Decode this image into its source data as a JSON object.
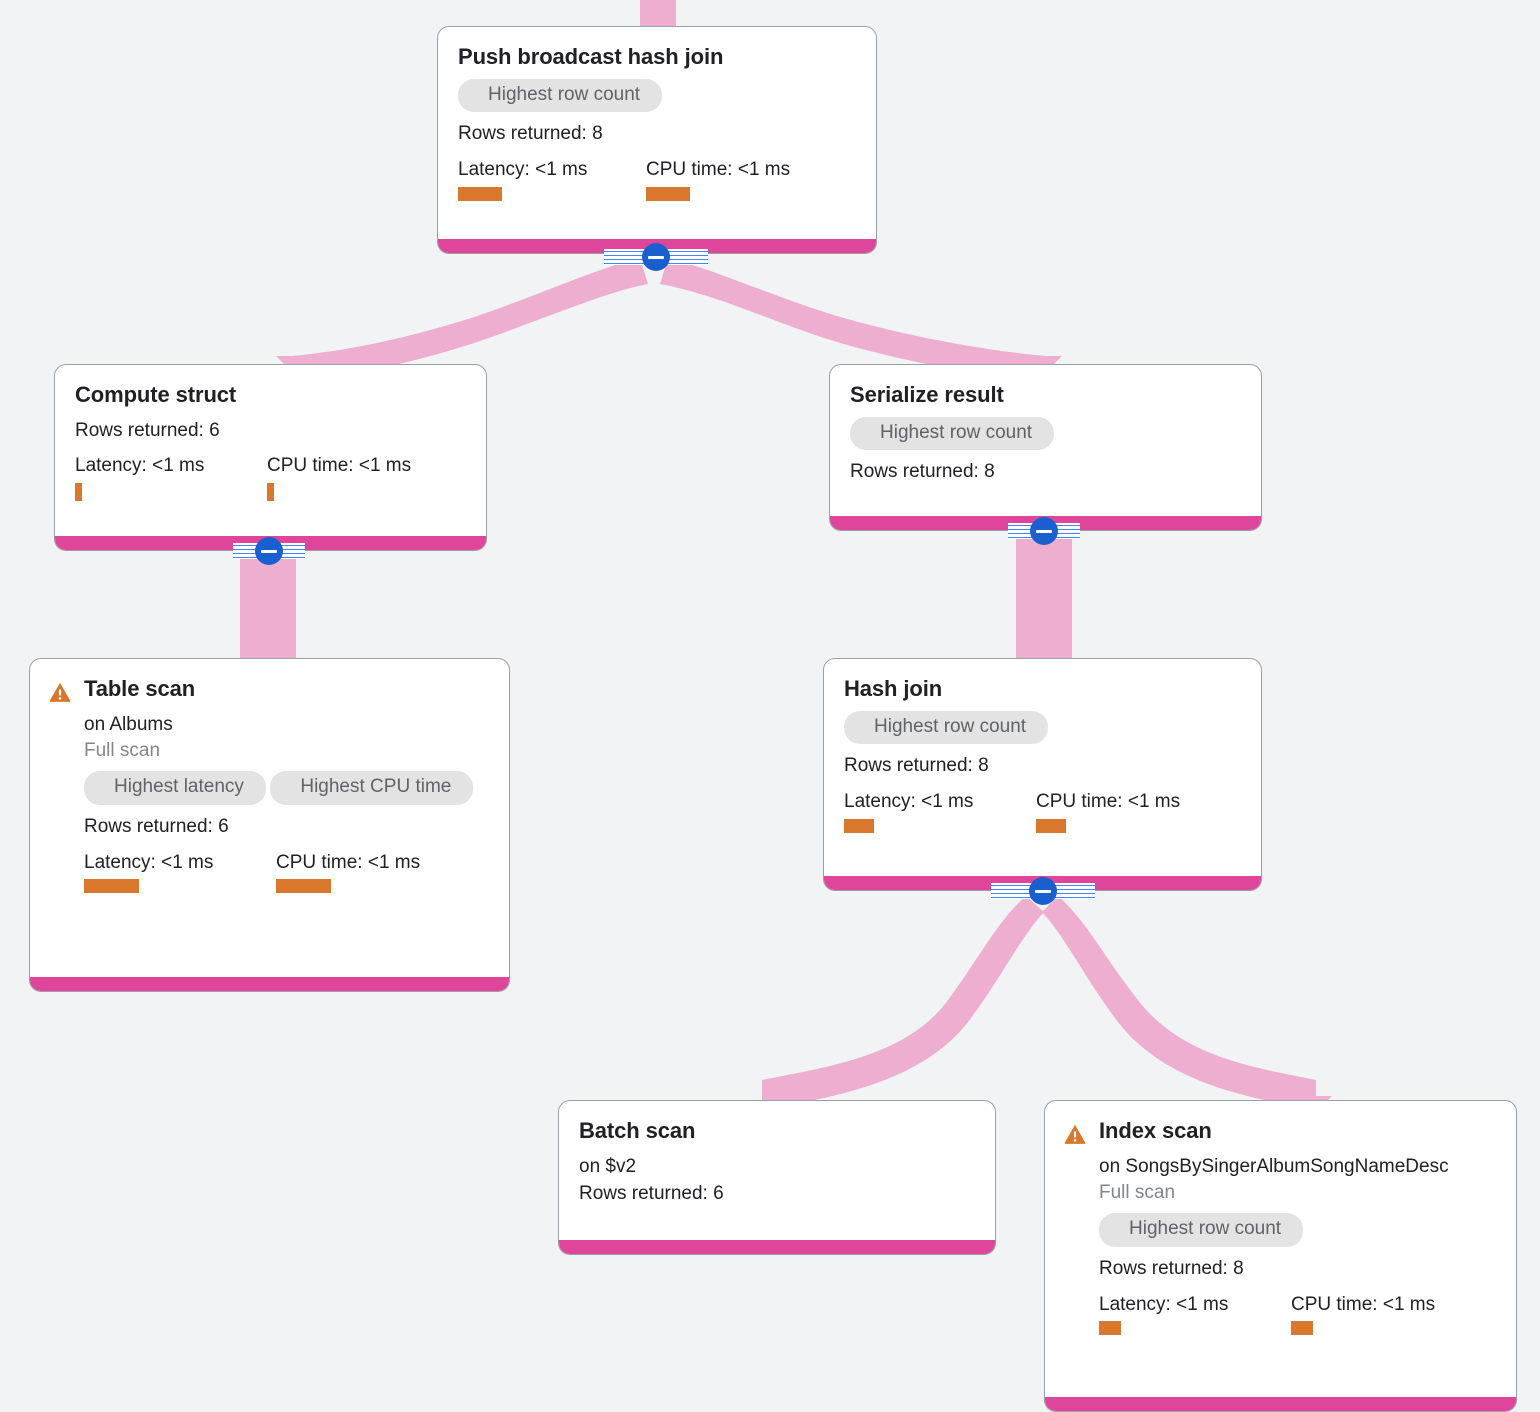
{
  "view": {
    "type": "query-execution-plan-graph",
    "background_color": "#f1f3f4",
    "node_border_color": "#9aa0a6",
    "footer_bar_color": "#e0459c",
    "edge_color": "#edaed0",
    "metric_bar_color": "#d9782c",
    "badge_bg_color": "#e3e3e3",
    "badge_text_color": "#5f6368",
    "collapse_knob_color": "#1a5fd0",
    "warning_icon_color": "#d9782c"
  },
  "labels": {
    "rows_prefix": "Rows returned:",
    "latency_prefix": "Latency:",
    "cpu_prefix": "CPU time:",
    "on_prefix": "on"
  },
  "nodes": [
    {
      "id": "push-broadcast-hash-join",
      "title": "Push broadcast hash join",
      "badges": [
        "Highest row count"
      ],
      "rows": "Rows returned: 8",
      "latency": "Latency: <1 ms",
      "cpu": "CPU time: <1 ms",
      "warning": false
    },
    {
      "id": "compute-struct",
      "title": "Compute struct",
      "badges": [],
      "rows": "Rows returned: 6",
      "latency": "Latency: <1 ms",
      "cpu": "CPU time: <1 ms",
      "warning": false
    },
    {
      "id": "serialize-result",
      "title": "Serialize result",
      "badges": [
        "Highest row count"
      ],
      "rows": "Rows returned: 8",
      "latency": null,
      "cpu": null,
      "warning": false
    },
    {
      "id": "table-scan",
      "title": "Table scan",
      "target": "on Albums",
      "scan_type": "Full scan",
      "badges": [
        "Highest latency",
        "Highest CPU time"
      ],
      "rows": "Rows returned: 6",
      "latency": "Latency: <1 ms",
      "cpu": "CPU time: <1 ms",
      "warning": true
    },
    {
      "id": "hash-join",
      "title": "Hash join",
      "badges": [
        "Highest row count"
      ],
      "rows": "Rows returned: 8",
      "latency": "Latency: <1 ms",
      "cpu": "CPU time: <1 ms",
      "warning": false
    },
    {
      "id": "batch-scan",
      "title": "Batch scan",
      "target": "on $v2",
      "badges": [],
      "rows": "Rows returned: 6",
      "latency": null,
      "cpu": null,
      "warning": false
    },
    {
      "id": "index-scan",
      "title": "Index scan",
      "target": "on SongsBySingerAlbumSongNameDesc",
      "scan_type": "Full scan",
      "badges": [
        "Highest row count"
      ],
      "rows": "Rows returned: 8",
      "latency": "Latency: <1 ms",
      "cpu": "CPU time: <1 ms",
      "warning": true
    }
  ]
}
